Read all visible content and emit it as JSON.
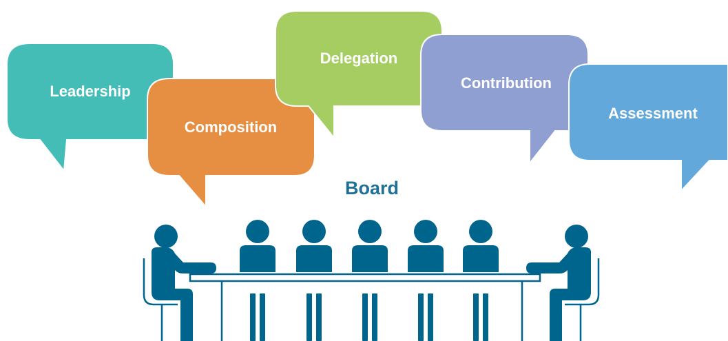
{
  "colors": {
    "people": "#00658c",
    "board_title": "#1f6f97",
    "bubble_stroke": "#ffffff"
  },
  "board": {
    "title": "Board"
  },
  "bubbles": [
    {
      "label": "Leadership",
      "color": "#45bdb7"
    },
    {
      "label": "Composition",
      "color": "#e68f43"
    },
    {
      "label": "Delegation",
      "color": "#a5cd62"
    },
    {
      "label": "Contribution",
      "color": "#8f9fd1"
    },
    {
      "label": "Assessment",
      "color": "#62a8db"
    }
  ]
}
